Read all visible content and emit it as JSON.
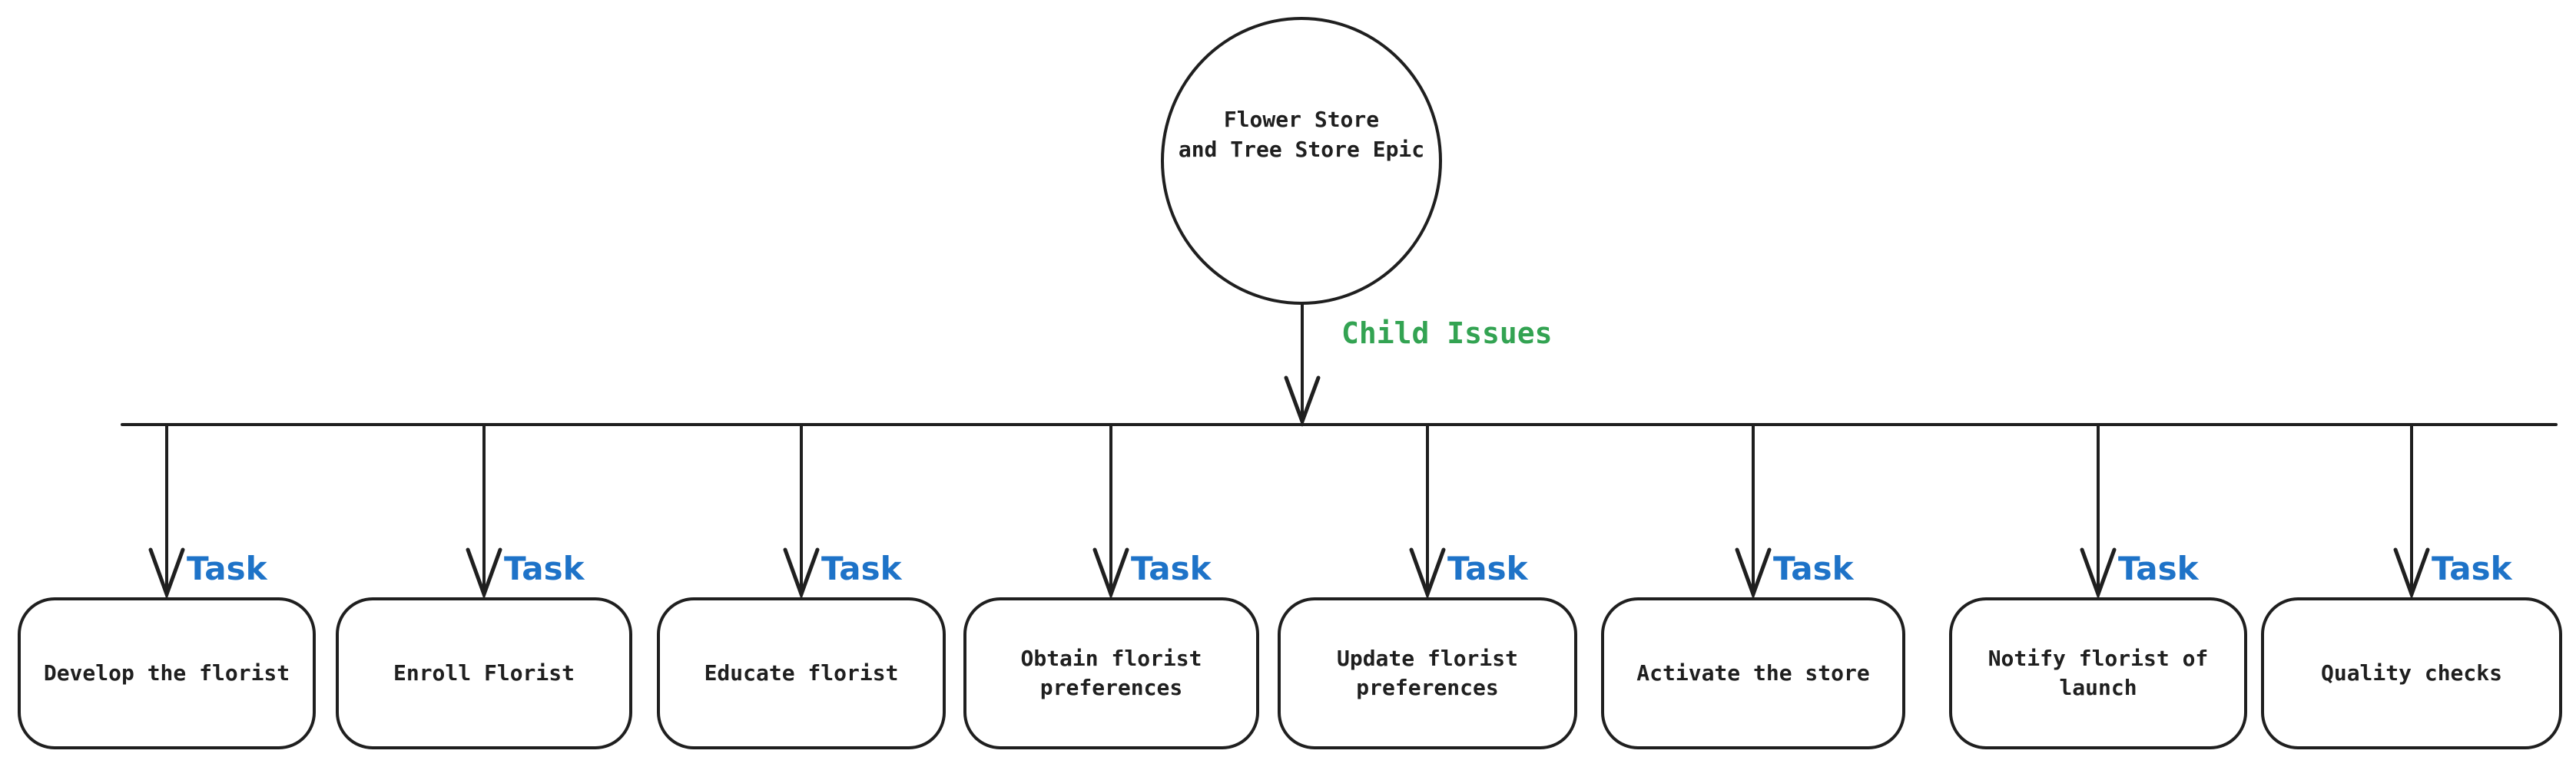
{
  "diagram": {
    "epic_label": "Flower Store\nand Tree Store Epic",
    "child_issues_label": "Child Issues",
    "tasks": [
      {
        "type_label": "Task",
        "label": "Develop the florist"
      },
      {
        "type_label": "Task",
        "label": "Enroll Florist"
      },
      {
        "type_label": "Task",
        "label": "Educate florist"
      },
      {
        "type_label": "Task",
        "label": "Obtain florist preferences"
      },
      {
        "type_label": "Task",
        "label": "Update florist preferences"
      },
      {
        "type_label": "Task",
        "label": "Activate the store"
      },
      {
        "type_label": "Task",
        "label": "Notify florist of launch"
      },
      {
        "type_label": "Task",
        "label": "Quality checks"
      }
    ],
    "colors": {
      "stroke": "#1f1f1f",
      "task_label": "#1e73c8",
      "child_issues_label": "#33a352",
      "background": "#ffffff"
    }
  }
}
